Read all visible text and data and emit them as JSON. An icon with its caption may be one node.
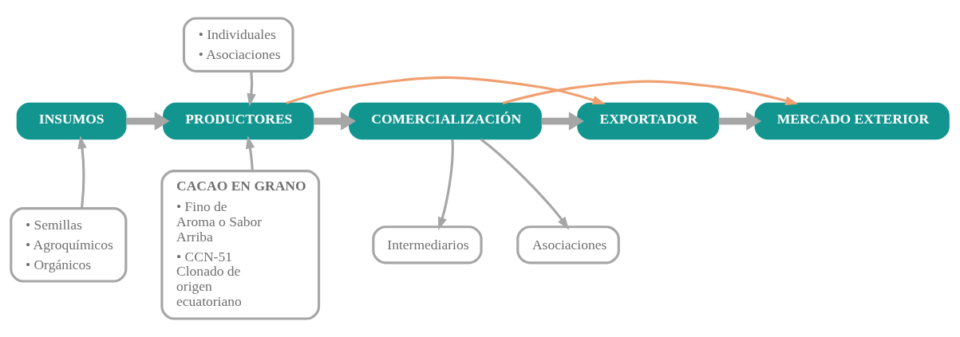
{
  "diagram": {
    "nodes": [
      {
        "text": [
          "INSUMOS"
        ]
      },
      {
        "text": [
          "PRODUCTORES"
        ]
      },
      {
        "text": [
          "COMERCIALIZACIÓN"
        ]
      },
      {
        "text": [
          "EXPORTADOR"
        ]
      },
      {
        "text": [
          "MERCADO EXTERIOR"
        ]
      },
      {
        "text": [
          "• Individuales",
          "• Asociaciones"
        ]
      },
      {
        "text": [
          "• Semillas",
          "• Agroquímicos",
          "• Orgánicos"
        ]
      },
      {
        "text": [
          "CACAO EN GRANO",
          "• Fino de Aroma o Sabor Arriba",
          "• CCN-51 Clonado de origen ecuatoriano"
        ]
      },
      {
        "text": [
          "Intermediarios"
        ]
      },
      {
        "text": [
          "Asociaciones"
        ]
      }
    ],
    "edges": [
      {
        "from": 0,
        "to": 1,
        "arrow": "to",
        "style": "thick"
      },
      {
        "from": 1,
        "to": 2,
        "arrow": "to",
        "style": "thick"
      },
      {
        "from": 2,
        "to": 3,
        "arrow": "to",
        "style": "thick"
      },
      {
        "from": 3,
        "to": 4,
        "arrow": "to",
        "style": "thick"
      },
      {
        "from": 5,
        "to": 1,
        "arrow": "to"
      },
      {
        "from": 6,
        "to": 0,
        "arrow": "to"
      },
      {
        "from": 7,
        "to": 1,
        "arrow": "to"
      },
      {
        "from": 2,
        "to": 8,
        "arrow": "to"
      },
      {
        "from": 2,
        "to": 9,
        "arrow": "to"
      },
      {
        "from": 1,
        "to": 3,
        "arrow": "to",
        "color": "#f0a070"
      },
      {
        "from": 2,
        "to": 4,
        "arrow": "to",
        "color": "#f0a070"
      }
    ]
  }
}
